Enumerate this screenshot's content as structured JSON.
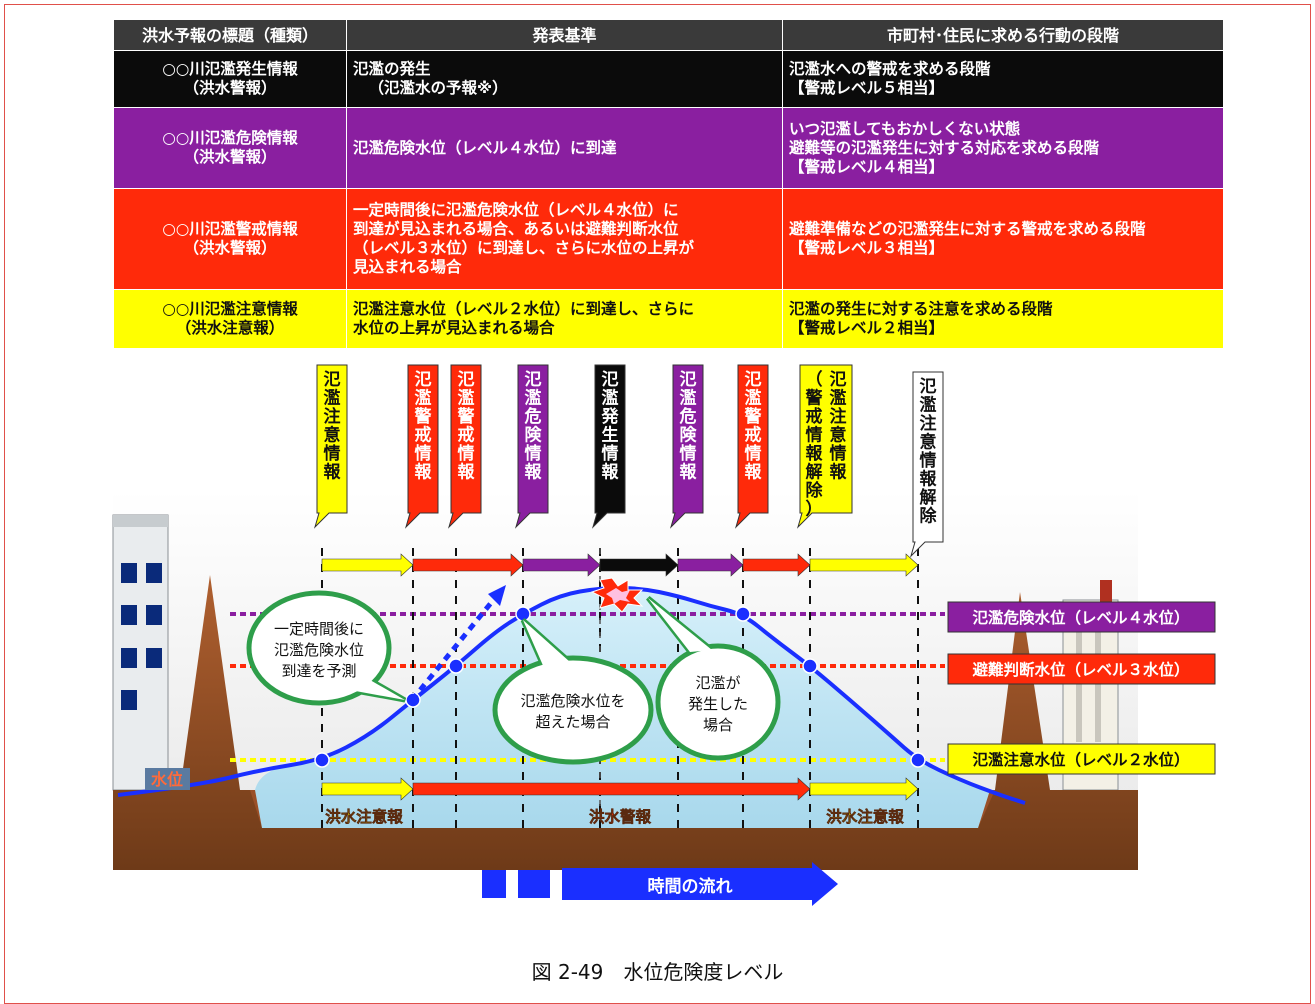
{
  "table": {
    "headers": [
      "洪水予報の標題（種類）",
      "発表基準",
      "市町村･住民に求める行動の段階"
    ],
    "rows": [
      {
        "title": [
          "○○川氾濫発生情報",
          "（洪水警報）"
        ],
        "criteria": [
          "氾濫の発生",
          "（氾濫水の予報※）"
        ],
        "action": [
          "氾濫水への警戒を求める段階",
          "【警戒レベル５相当】"
        ]
      },
      {
        "title": [
          "○○川氾濫危険情報",
          "（洪水警報）"
        ],
        "criteria": [
          "氾濫危険水位（レベル４水位）に到達"
        ],
        "action": [
          "いつ氾濫してもおかしくない状態",
          "避難等の氾濫発生に対する対応を求める段階",
          "【警戒レベル４相当】"
        ]
      },
      {
        "title": [
          "○○川氾濫警戒情報",
          "（洪水警報）"
        ],
        "criteria": [
          "一定時間後に氾濫危険水位（レベル４水位）に",
          "到達が見込まれる場合、あるいは避難判断水位",
          "（レベル３水位）に到達し、さらに水位の上昇が",
          "見込まれる場合"
        ],
        "action": [
          "避難準備などの氾濫発生に対する警戒を求める段階",
          "【警戒レベル３相当】"
        ]
      },
      {
        "title": [
          "○○川氾濫注意情報",
          "（洪水注意報）"
        ],
        "criteria": [
          "氾濫注意水位（レベル２水位）に到達し、さらに",
          "水位の上昇が見込まれる場合"
        ],
        "action": [
          "氾濫の発生に対する注意を求める段階",
          "【警戒レベル２相当】"
        ]
      }
    ]
  },
  "banners": [
    {
      "text": "氾濫注意情報",
      "kind": "yellow"
    },
    {
      "text": "氾濫警戒情報",
      "kind": "red"
    },
    {
      "text": "氾濫警戒情報",
      "kind": "red"
    },
    {
      "text": "氾濫危険情報",
      "kind": "purple"
    },
    {
      "text": "氾濫発生情報",
      "kind": "black"
    },
    {
      "text": "氾濫危険情報",
      "kind": "purple"
    },
    {
      "text": "氾濫警戒情報",
      "kind": "red"
    },
    {
      "text": "氾濫注意情報",
      "sub": "（警戒情報解除）",
      "kind": "yellow"
    },
    {
      "text": "氾濫注意情報解除",
      "kind": "white"
    }
  ],
  "level_labels": [
    {
      "text": "氾濫危険水位（レベル４水位）",
      "color": "#8a1fa0",
      "text_color": "#ffffff"
    },
    {
      "text": "避難判断水位（レベル３水位）",
      "color": "#ff2a0a",
      "text_color": "#ffffff"
    },
    {
      "text": "氾濫注意水位（レベル２水位）",
      "color": "#ffff00",
      "text_color": "#111111"
    }
  ],
  "water_label": "水位",
  "callouts": [
    {
      "lines": [
        "一定時間後に",
        "氾濫危険水位",
        "到達を予測"
      ]
    },
    {
      "lines": [
        "氾濫危険水位を",
        "超えた場合"
      ]
    },
    {
      "lines": [
        "氾濫が",
        "発生した",
        "場合"
      ]
    }
  ],
  "bottom_labels": [
    "洪水注意報",
    "洪水警報",
    "洪水注意報"
  ],
  "time_label": "時間の流れ",
  "caption": "図 2-49　水位危険度レベル",
  "colors": {
    "yellow": "#ffff00",
    "red": "#ff2a0a",
    "purple": "#8a1fa0",
    "black": "#0b0b0b",
    "water": "#b9e3f3",
    "ground": "#a0522d",
    "line": "#1a2fff",
    "callout": "#2e9e4a"
  }
}
